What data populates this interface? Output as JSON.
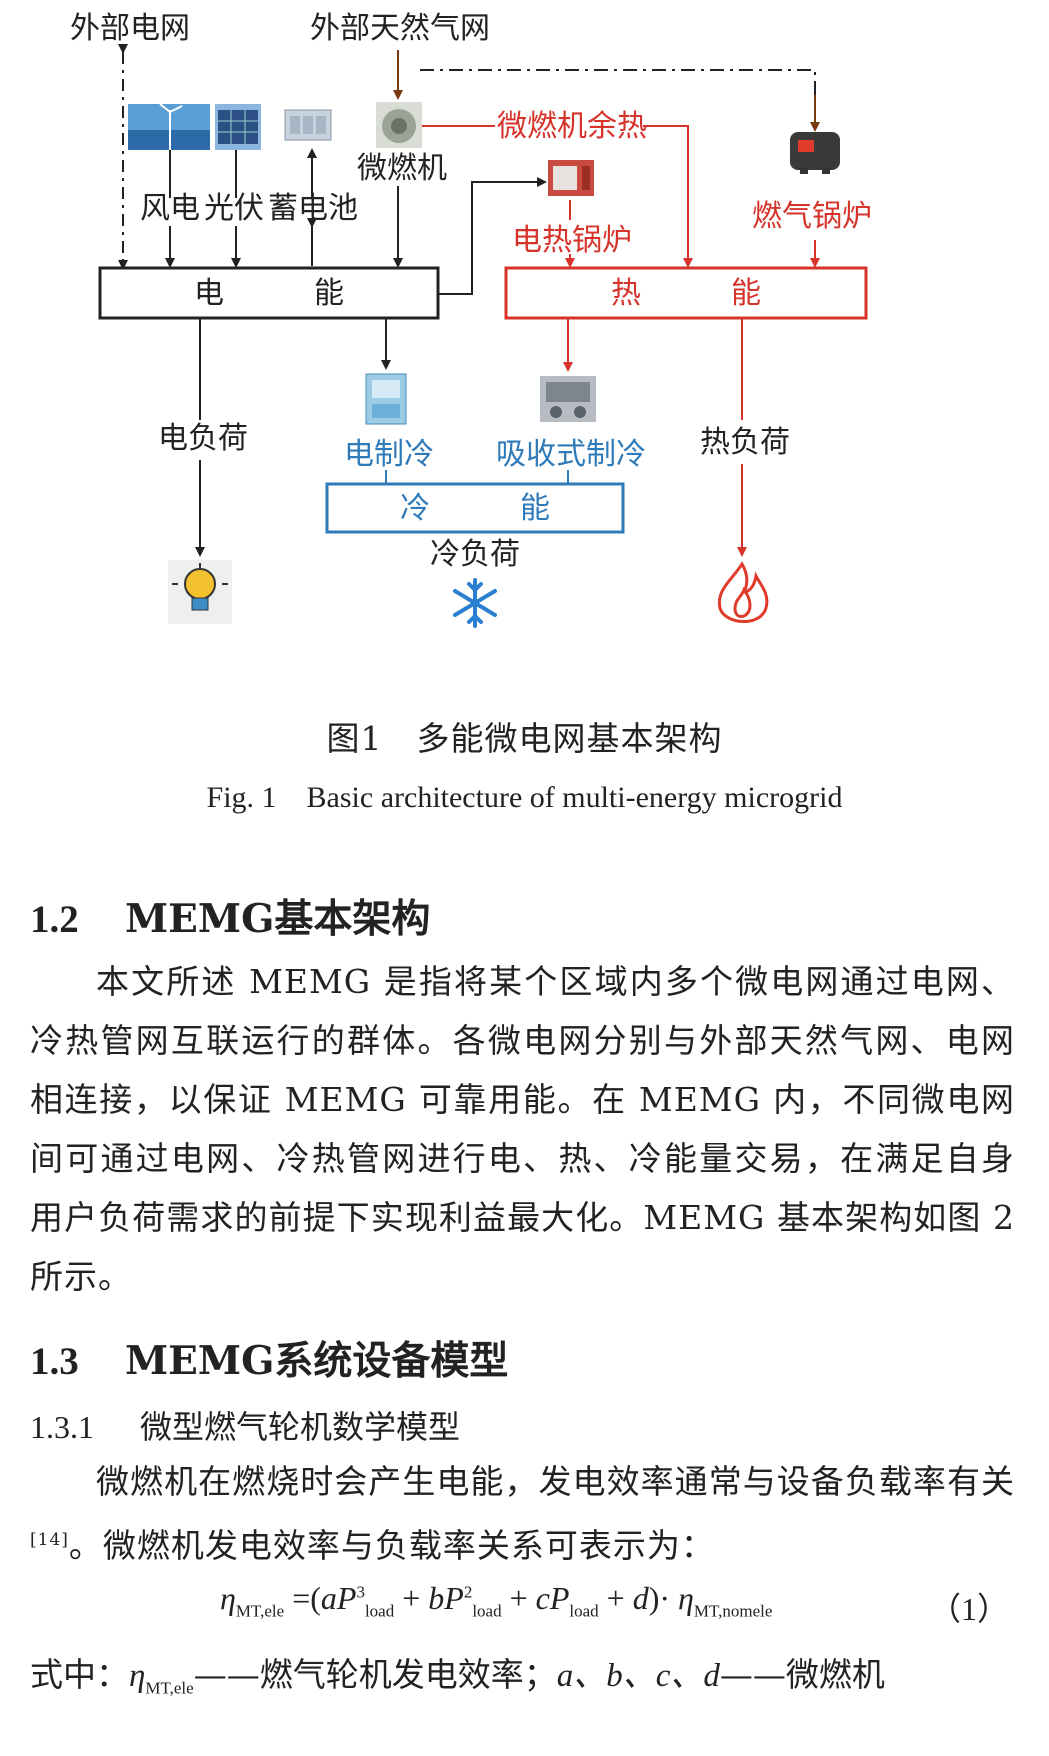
{
  "figure": {
    "labels": {
      "external_grid": "外部电网",
      "external_gas": "外部天然气网",
      "wind": "风电",
      "pv": "光伏",
      "battery": "蓄电池",
      "microturbine": "微燃机",
      "mt_waste_heat": "微燃机余热",
      "electric_boiler": "电热锅炉",
      "gas_boiler": "燃气锅炉",
      "electric_energy": "电　　　能",
      "heat_energy": "热　　　能",
      "cold_energy": "冷　　　能",
      "electric_chiller": "电制冷",
      "absorption_chiller": "吸收式制冷",
      "electric_load": "电负荷",
      "heat_load": "热负荷",
      "cold_load": "冷负荷"
    },
    "caption_cn": "图1　多能微电网基本架构",
    "caption_en": "Fig. 1　Basic architecture of multi-energy microgrid",
    "colors": {
      "electric": "#222222",
      "heat": "#d6332b",
      "cold": "#2f7ab9"
    }
  },
  "sec_1_2": {
    "heading_num": "1.2",
    "heading_text": "MEMG基本架构",
    "paragraph": "本文所述 MEMG 是指将某个区域内多个微电网通过电网、冷热管网互联运行的群体。各微电网分别与外部天然气网、电网相连接，以保证 MEMG 可靠用能。在 MEMG 内，不同微电网间可通过电网、冷热管网进行电、热、冷能量交易，在满足自身用户负荷需求的前提下实现利益最大化。MEMG 基本架构如图 2 所示。"
  },
  "sec_1_3": {
    "heading_num": "1.3",
    "heading_text": "MEMG系统设备模型"
  },
  "sec_1_3_1": {
    "heading_num": "1.3.1",
    "heading_text": "微型燃气轮机数学模型",
    "paragraph_a": "微燃机在燃烧时会产生电能，发电效率通常与设备负载率有关",
    "citation": "[14]",
    "paragraph_b": "。微燃机发电效率与负载率关系可表示为："
  },
  "equation": {
    "number": "（1）",
    "eta": "η",
    "sub_mt_ele": "MT,ele",
    "sub_mt_nomele": "MT,nomele",
    "sub_load": "load",
    "a": "a",
    "b": "b",
    "c": "c",
    "d": "d",
    "P": "P",
    "pow3": "3",
    "pow2": "2"
  },
  "where_line": {
    "prefix": "式中：",
    "desc1": "——燃气轮机发电效率；",
    "coeffs": "a、b、c、d",
    "desc2": "——微燃机"
  }
}
